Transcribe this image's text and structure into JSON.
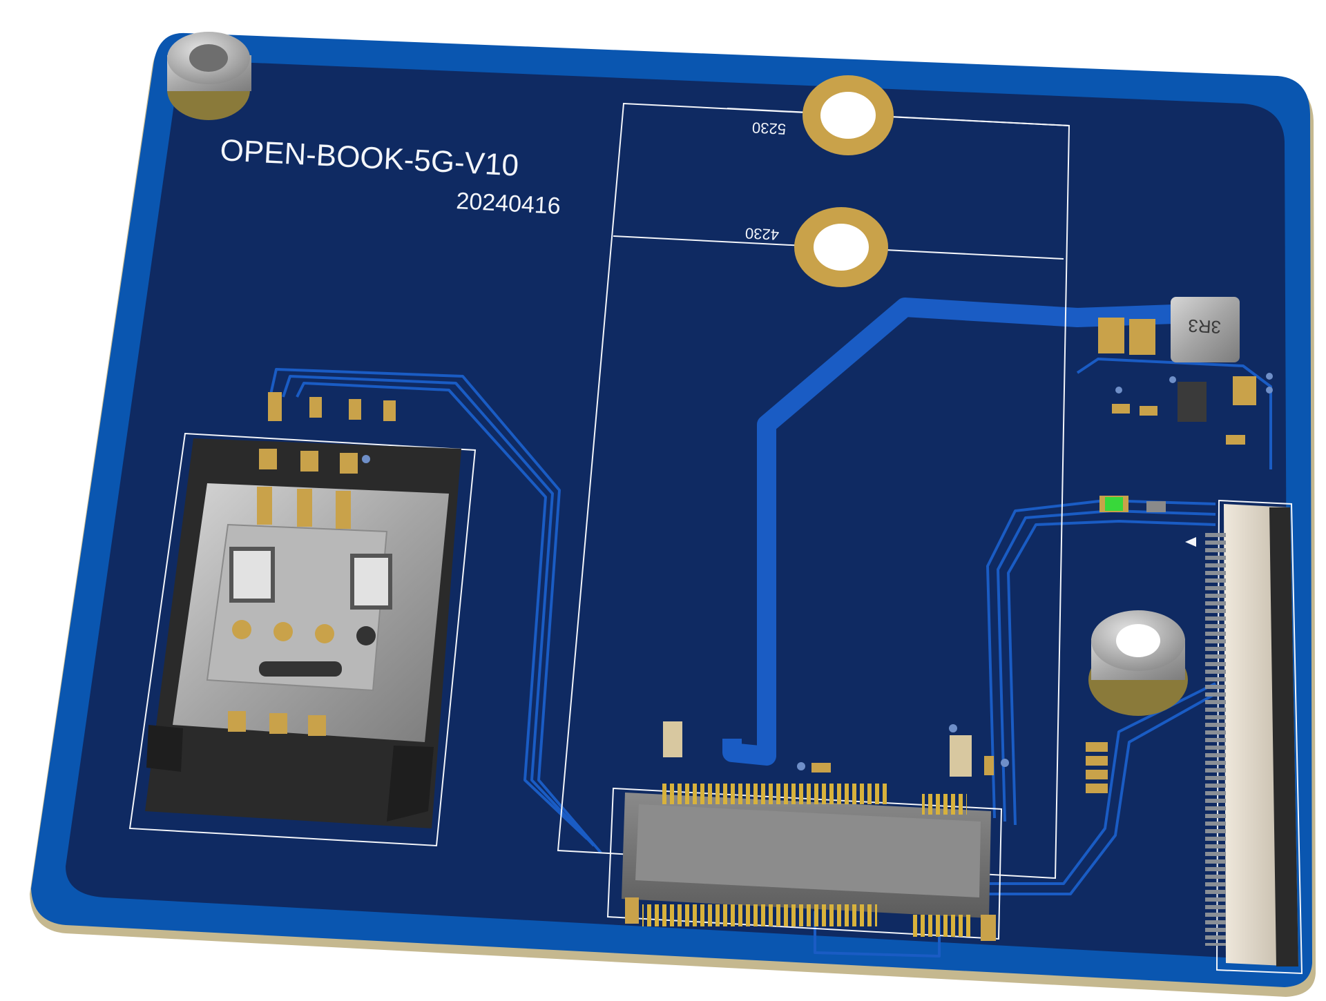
{
  "board": {
    "title": "OPEN-BOOK-5G-V10",
    "date": "20240416",
    "mount_label_upper": "5230",
    "mount_label_lower": "4230",
    "inductor_label": "3R3"
  },
  "colors": {
    "board_edge": "#0a56b0",
    "board_face": "#0f2a62",
    "trace": "#1a5cc4",
    "silkscreen": "#f4f6fa",
    "gold_pad": "#c9a24a",
    "metal": "#a9a9a9",
    "connector_body": "#6f6f6f",
    "fpc_body": "#d8cfc0",
    "led": "#38d83a",
    "background": "#ffffff"
  },
  "icons": {
    "sim_holder": "sim-card-holder-icon",
    "m2_socket": "m2-socket-icon",
    "fpc_connector": "fpc-connector-icon",
    "standoff": "standoff-icon",
    "mounting_hole": "mounting-hole-icon",
    "led": "led-icon"
  }
}
